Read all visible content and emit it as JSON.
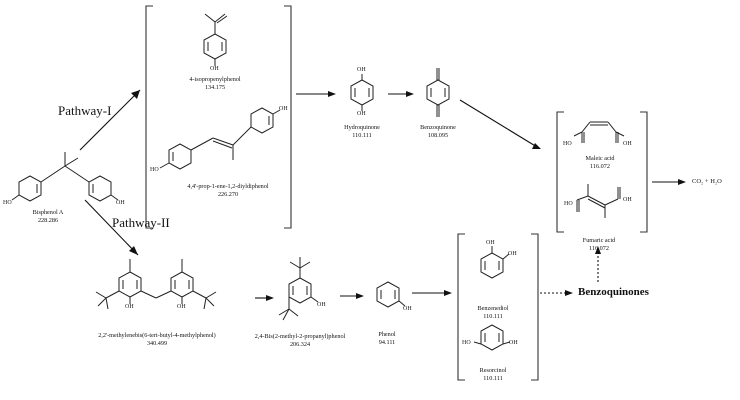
{
  "pathways": {
    "p1": "Pathway-I",
    "p2": "Pathway-II"
  },
  "compounds": {
    "bpa": {
      "name": "Bisphenol A",
      "mass": "228.286"
    },
    "ipp": {
      "name": "4-isopropenylphenol",
      "mass": "134.175"
    },
    "bis": {
      "name": "4,4'-prop-1-ene-1,2-diyldiphenol",
      "mass": "226.270"
    },
    "hq": {
      "name": "Hydroquinone",
      "mass": "110.111"
    },
    "bq": {
      "name": "Benzoquinone",
      "mass": "108.095"
    },
    "mal": {
      "name": "Maleic acid",
      "mass": "116.072"
    },
    "fum": {
      "name": "Fumaric acid",
      "mass": "116.072"
    },
    "mbp": {
      "name": "2,2'-methylenebis(6-tert-butyl-4-methylphenol)",
      "mass": "340.499"
    },
    "dmp": {
      "name": "2,4-Bis(2-methyl-2-propanyl)phenol",
      "mass": "206.324"
    },
    "ph": {
      "name": "Phenol",
      "mass": "94.111"
    },
    "bzd": {
      "name": "Benzenediol",
      "mass": "110.111"
    },
    "res": {
      "name": "Resorcinol",
      "mass": "110.111"
    }
  },
  "atoms": {
    "oh": "OH",
    "ho": "HO"
  },
  "benzoquinones_label": "Benzoquinones",
  "end_products": "CO₂ + H₂O"
}
